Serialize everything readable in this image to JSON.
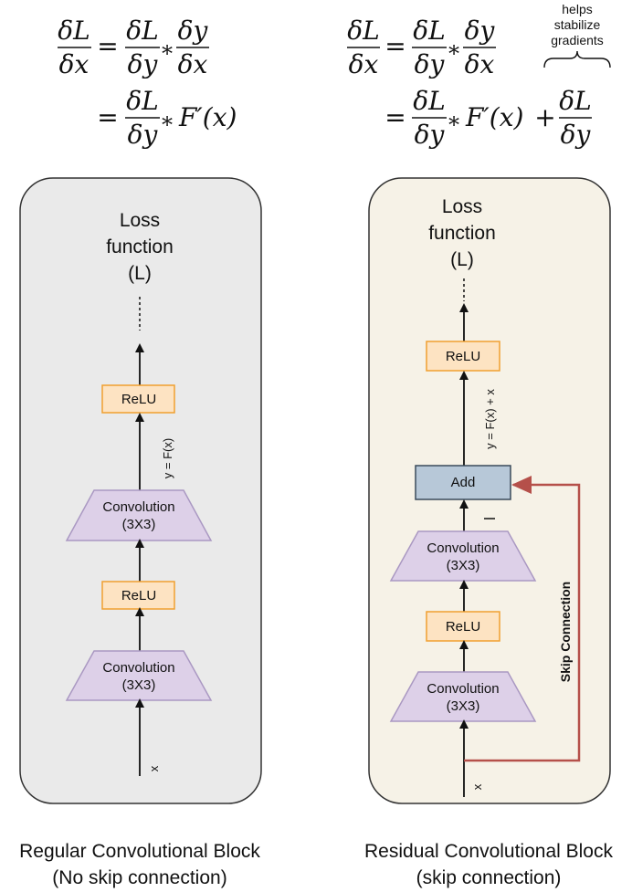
{
  "equations": {
    "left": {
      "line1": {
        "lhs_num": "δL",
        "lhs_den": "δx",
        "eq": "=",
        "t1_num": "δL",
        "t1_den": "δy",
        "op": "∗",
        "t2_num": "δy",
        "t2_den": "δx"
      },
      "line2": {
        "eq": "=",
        "t1_num": "δL",
        "t1_den": "δy",
        "op": "∗",
        "fprime": "F′(x)"
      }
    },
    "right": {
      "line1": {
        "lhs_num": "δL",
        "lhs_den": "δx",
        "eq": "=",
        "t1_num": "δL",
        "t1_den": "δy",
        "op": "∗",
        "t2_num": "δy",
        "t2_den": "δx"
      },
      "line2": {
        "eq": "=",
        "t1_num": "δL",
        "t1_den": "δy",
        "op": "∗",
        "fprime": "F′(x)",
        "plus": "+",
        "t3_num": "δL",
        "t3_den": "δy"
      },
      "annotation": [
        "helps",
        "stabilize",
        "gradients"
      ]
    }
  },
  "regular_block": {
    "loss_lines": [
      "Loss",
      "function",
      "(L)"
    ],
    "relu_top": "ReLU",
    "fx_label": "y = F(x)",
    "conv_top": [
      "Convolution",
      "(3X3)"
    ],
    "relu_bottom": "ReLU",
    "conv_bottom": [
      "Convolution",
      "(3X3)"
    ],
    "input_label": "x",
    "caption": [
      "Regular Convolutional Block",
      "(No skip connection)"
    ]
  },
  "residual_block": {
    "loss_lines": [
      "Loss",
      "function",
      "(L)"
    ],
    "relu_top": "ReLU",
    "fx_label": "y = F(x) + x",
    "add_label": "Add",
    "conv_top": [
      "Convolution",
      "(3X3)"
    ],
    "relu_bottom": "ReLU",
    "conv_bottom": [
      "Convolution",
      "(3X3)"
    ],
    "input_label": "x",
    "skip_label": "Skip Connection",
    "caption": [
      "Residual Convolutional Block",
      "(skip connection)"
    ]
  },
  "colors": {
    "regular_panel_fill": "#eaeaea",
    "residual_panel_fill": "#f6f2e7",
    "panel_stroke": "#333333",
    "relu_fill": "#fde3c2",
    "relu_stroke": "#f0a030",
    "conv_fill": "#ddd0e8",
    "conv_stroke": "#aa98c2",
    "add_fill": "#b7c8d8",
    "add_stroke": "#3a4a5a",
    "skip_color": "#b5504a"
  }
}
